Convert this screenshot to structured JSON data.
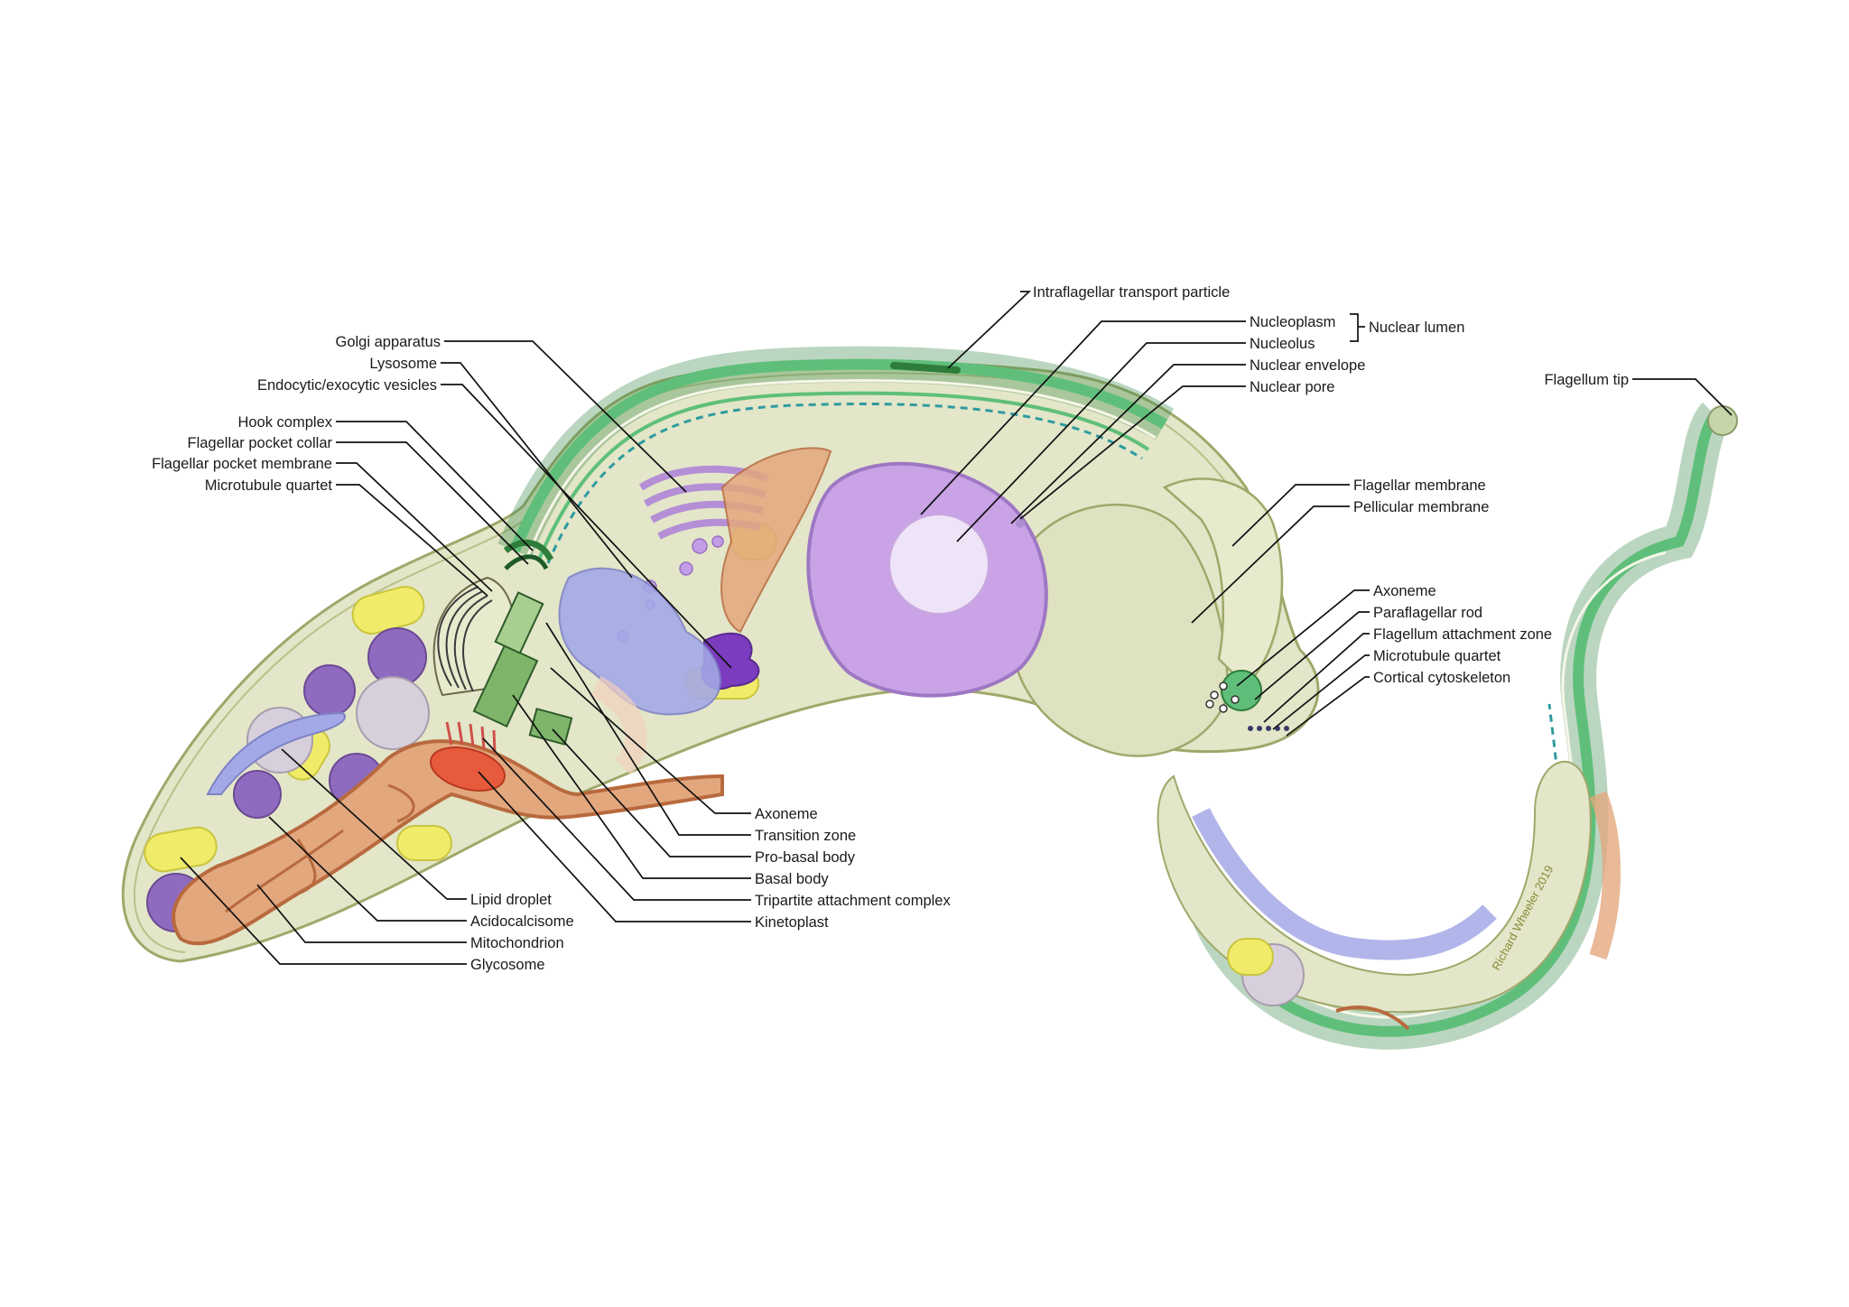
{
  "labels": {
    "golgi": "Golgi apparatus",
    "lysosome": "Lysosome",
    "vesicles": "Endocytic/exocytic vesicles",
    "hook": "Hook complex",
    "fp_collar": "Flagellar pocket collar",
    "fp_membrane": "Flagellar pocket membrane",
    "mtq_left": "Microtubule quartet",
    "ift": "Intraflagellar transport particle",
    "nucleoplasm": "Nucleoplasm",
    "nucleolus": "Nucleolus",
    "nuclear_lumen": "Nuclear lumen",
    "nuclear_envelope": "Nuclear envelope",
    "nuclear_pore": "Nuclear pore",
    "flagellum_tip": "Flagellum tip",
    "flagellar_membrane": "Flagellar membrane",
    "pellicular_membrane": "Pellicular membrane",
    "axoneme_right": "Axoneme",
    "pfr": "Paraflagellar rod",
    "faz": "Flagellum attachment zone",
    "mtq_right": "Microtubule quartet",
    "cortical": "Cortical cytoskeleton",
    "axoneme_mid": "Axoneme",
    "transition": "Transition zone",
    "probasal": "Pro-basal body",
    "basal": "Basal body",
    "tac": "Tripartite attachment complex",
    "kinetoplast": "Kinetoplast",
    "lipid": "Lipid droplet",
    "acidocalcisome": "Acidocalcisome",
    "mitochondrion": "Mitochondrion",
    "glycosome": "Glycosome"
  },
  "signature": "Richard Wheeler 2019",
  "colors": {
    "cytoplasm": "#e3e6c8",
    "membrane": "#9fa86a",
    "flagellum_green": "#5fbf7a",
    "dark_green": "#2e7d3a",
    "nucleus": "#c9a3e6",
    "nucleolus": "#efe3f7",
    "mitochondrion": "#e3a77e",
    "mito_edge": "#b86a3e",
    "glycosome": "#f0ec6a",
    "acidocalcisome": "#8f6bbf",
    "lipid": "#d7d0dc",
    "er_blue": "#a3a8e6",
    "kinetoplast": "#e85a3c",
    "golgi": "#b58fd6"
  }
}
